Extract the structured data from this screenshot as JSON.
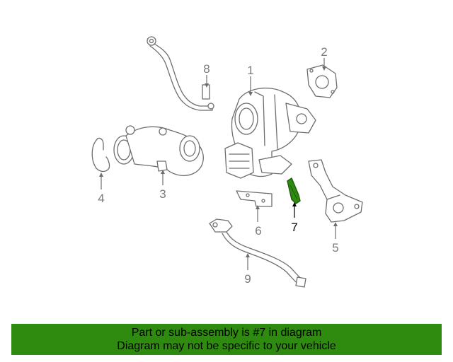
{
  "callouts": [
    {
      "id": "1",
      "label": "1",
      "highlighted": false
    },
    {
      "id": "2",
      "label": "2",
      "highlighted": false
    },
    {
      "id": "3",
      "label": "3",
      "highlighted": false
    },
    {
      "id": "4",
      "label": "4",
      "highlighted": false
    },
    {
      "id": "5",
      "label": "5",
      "highlighted": false
    },
    {
      "id": "6",
      "label": "6",
      "highlighted": false
    },
    {
      "id": "7",
      "label": "7",
      "highlighted": true
    },
    {
      "id": "8",
      "label": "8",
      "highlighted": false
    },
    {
      "id": "9",
      "label": "9",
      "highlighted": false
    }
  ],
  "highlight_color": "#2e8b10",
  "banner": {
    "line1": "Part or sub-assembly is #7 in diagram",
    "line2": "Diagram may not be specific to your vehicle",
    "background": "#2e8b10"
  }
}
